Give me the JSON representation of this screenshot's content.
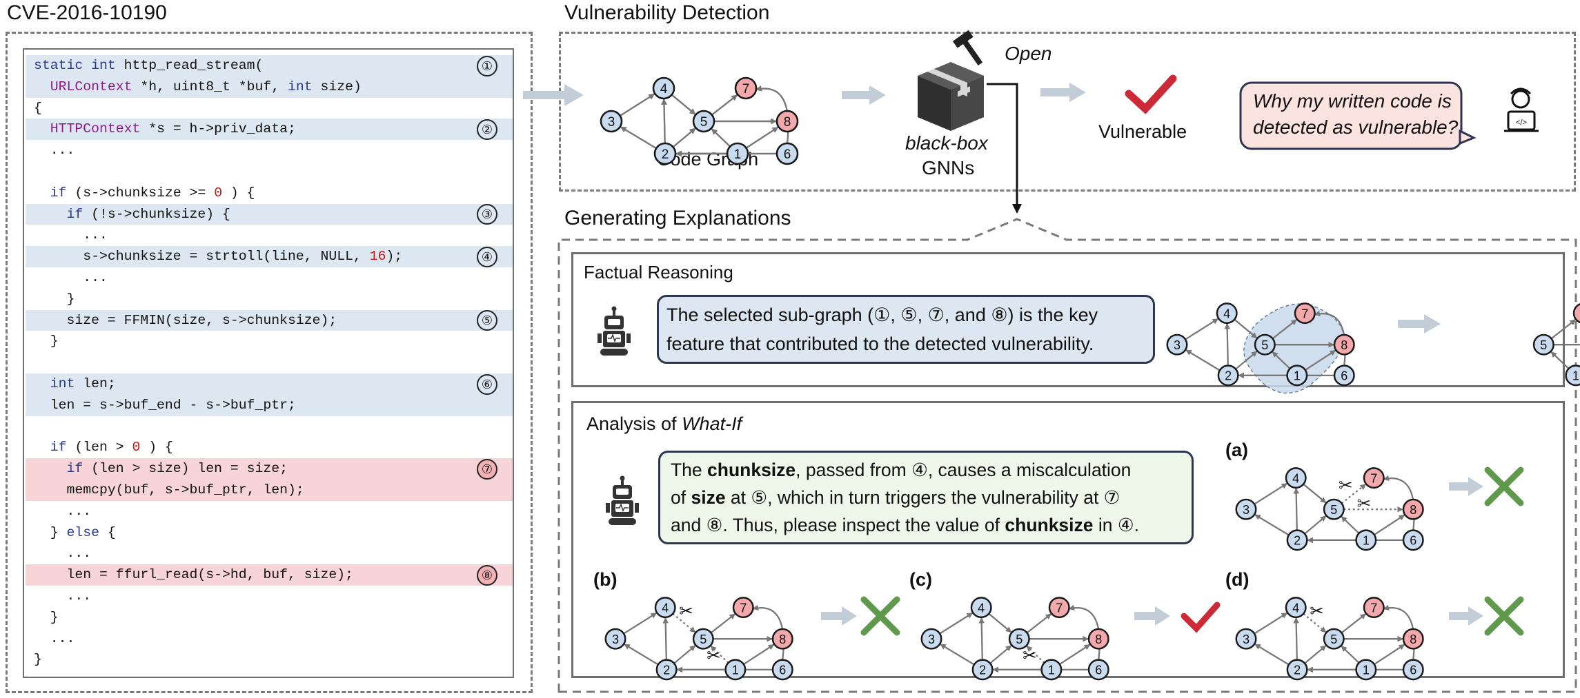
{
  "titles": {
    "cve": "CVE-2016-10190",
    "detection": "Vulnerability Detection",
    "explanations": "Generating Explanations"
  },
  "code_lines": [
    {
      "parts": [
        [
          "kw",
          "static "
        ],
        [
          "kw",
          "int "
        ],
        [
          "",
          "http_read_stream("
        ]
      ]
    },
    {
      "parts": [
        [
          "",
          "  "
        ],
        [
          "ty",
          "URLContext"
        ],
        [
          "",
          " *h, uint8_t *buf, "
        ],
        [
          "kw",
          "int"
        ],
        [
          "",
          " size)"
        ]
      ]
    },
    {
      "parts": [
        [
          "",
          "{"
        ]
      ]
    },
    {
      "parts": [
        [
          "",
          "  "
        ],
        [
          "ty",
          "HTTPContext"
        ],
        [
          "",
          " *s = h->priv_data;"
        ]
      ]
    },
    {
      "parts": [
        [
          "",
          "  ..."
        ]
      ]
    },
    {
      "parts": [
        [
          "",
          ""
        ]
      ]
    },
    {
      "parts": [
        [
          "",
          "  "
        ],
        [
          "kw",
          "if"
        ],
        [
          "",
          " (s->chunksize >= "
        ],
        [
          "nm",
          "0"
        ],
        [
          "",
          " ) {"
        ]
      ]
    },
    {
      "parts": [
        [
          "",
          "    "
        ],
        [
          "kw",
          "if"
        ],
        [
          "",
          " (!s->chunksize) {"
        ]
      ]
    },
    {
      "parts": [
        [
          "",
          "      ..."
        ]
      ]
    },
    {
      "parts": [
        [
          "",
          "      s->chunksize = strtoll(line, NULL, "
        ],
        [
          "nm",
          "16"
        ],
        [
          "",
          ");"
        ]
      ]
    },
    {
      "parts": [
        [
          "",
          "      ..."
        ]
      ]
    },
    {
      "parts": [
        [
          "",
          "    }"
        ]
      ]
    },
    {
      "parts": [
        [
          "",
          "    size = FFMIN(size, s->chunksize);"
        ]
      ]
    },
    {
      "parts": [
        [
          "",
          "  }"
        ]
      ]
    },
    {
      "parts": [
        [
          "",
          ""
        ]
      ]
    },
    {
      "parts": [
        [
          "",
          "  "
        ],
        [
          "kw",
          "int"
        ],
        [
          "",
          " len;"
        ]
      ]
    },
    {
      "parts": [
        [
          "",
          "  len = s->buf_end - s->buf_ptr;"
        ]
      ]
    },
    {
      "parts": [
        [
          "",
          ""
        ]
      ]
    },
    {
      "parts": [
        [
          "",
          "  "
        ],
        [
          "kw",
          "if"
        ],
        [
          "",
          " (len > "
        ],
        [
          "nm",
          "0"
        ],
        [
          "",
          " ) {"
        ]
      ]
    },
    {
      "parts": [
        [
          "",
          "    "
        ],
        [
          "kw",
          "if"
        ],
        [
          "",
          " (len > size) len = size;"
        ]
      ]
    },
    {
      "parts": [
        [
          "",
          "    memcpy(buf, s->buf_ptr, len);"
        ]
      ]
    },
    {
      "parts": [
        [
          "",
          "    ..."
        ]
      ]
    },
    {
      "parts": [
        [
          "",
          "  } "
        ],
        [
          "kw",
          "else"
        ],
        [
          "",
          " {"
        ]
      ]
    },
    {
      "parts": [
        [
          "",
          "    ..."
        ]
      ]
    },
    {
      "parts": [
        [
          "",
          "    len = ffurl_read(s->hd, buf, size);"
        ]
      ]
    },
    {
      "parts": [
        [
          "",
          "    ..."
        ]
      ]
    },
    {
      "parts": [
        [
          "",
          "  }"
        ]
      ]
    },
    {
      "parts": [
        [
          "",
          "  ..."
        ]
      ]
    },
    {
      "parts": [
        [
          "",
          "}"
        ]
      ]
    }
  ],
  "code_markers": [
    {
      "label": "①",
      "line": 0,
      "color": "blue"
    },
    {
      "label": "②",
      "line": 3,
      "color": "blue"
    },
    {
      "label": "③",
      "line": 7,
      "color": "blue"
    },
    {
      "label": "④",
      "line": 9,
      "color": "blue"
    },
    {
      "label": "⑤",
      "line": 12,
      "color": "blue"
    },
    {
      "label": "⑥",
      "line": 15,
      "color": "blue"
    },
    {
      "label": "⑦",
      "line": 19,
      "color": "red"
    },
    {
      "label": "⑧",
      "line": 24,
      "color": "red"
    }
  ],
  "detection": {
    "graph_label": "Code Graph",
    "model_label_italic": "black-box",
    "model_label": "GNNs",
    "open_label": "Open",
    "result_label": "Vulnerable",
    "question": [
      "Why my written code is",
      "detected as vulnerable?"
    ]
  },
  "factual": {
    "title": "Factual Reasoning",
    "text": [
      "The selected sub-graph (①, ⑤, ⑦, and ⑧) is the key",
      "feature that contributed to the detected vulnerability."
    ]
  },
  "whatif": {
    "title_prefix": "Analysis of ",
    "title_italic": "What-If",
    "text": [
      [
        [
          "",
          "The "
        ],
        [
          "b",
          "chunksize"
        ],
        [
          "",
          ", passed from ④, causes a miscalculation"
        ]
      ],
      [
        [
          "",
          "of "
        ],
        [
          "b",
          "size"
        ],
        [
          "",
          " at ⑤, which in turn triggers the vulnerability at ⑦"
        ]
      ],
      [
        [
          "",
          "and ⑧. Thus, please inspect the value of "
        ],
        [
          "b",
          "chunksize"
        ],
        [
          "",
          " in ④."
        ]
      ]
    ],
    "panels": [
      "(a)",
      "(b)",
      "(c)",
      "(d)"
    ]
  },
  "graph": {
    "nodes": [
      {
        "id": "1",
        "label": "1"
      },
      {
        "id": "2",
        "label": "2"
      },
      {
        "id": "3",
        "label": "3"
      },
      {
        "id": "4",
        "label": "4"
      },
      {
        "id": "5",
        "label": "5"
      },
      {
        "id": "6",
        "label": "6"
      },
      {
        "id": "7",
        "label": "7"
      },
      {
        "id": "8",
        "label": "8"
      }
    ],
    "red_nodes": [
      "7",
      "8"
    ]
  },
  "colors": {
    "node_blue": "#c9dcef",
    "node_red": "#f3a9ab",
    "highlight_blue": "#dde7f1",
    "highlight_red": "#f7d4d8",
    "check_red": "#cc2a36",
    "cross_green": "#5f9a4c",
    "arrow_gray": "#c3cdd8"
  }
}
